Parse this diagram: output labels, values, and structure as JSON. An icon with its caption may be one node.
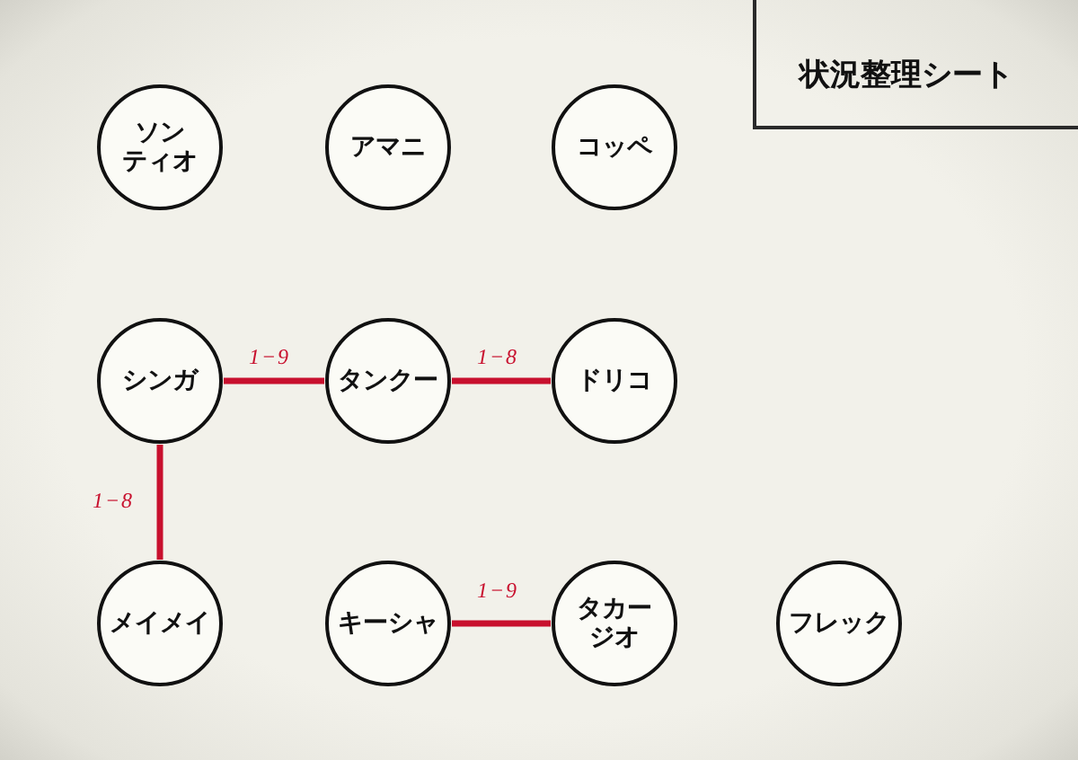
{
  "diagram": {
    "title": "状況整理シート",
    "nodes": [
      {
        "text": [
          "ソンティオ"
        ]
      },
      {
        "text": [
          "アマニ"
        ]
      },
      {
        "text": [
          "コッペ"
        ]
      },
      {
        "text": [
          "シンガ"
        ]
      },
      {
        "text": [
          "タンクー"
        ]
      },
      {
        "text": [
          "ドリコ"
        ]
      },
      {
        "text": [
          "メイメイ"
        ]
      },
      {
        "text": [
          "キーシャ"
        ]
      },
      {
        "text": [
          "タカージオ"
        ]
      },
      {
        "text": [
          "フレック"
        ]
      }
    ],
    "edges": [
      {
        "from": 3,
        "to": 4,
        "arrow": "none",
        "label": "1−9"
      },
      {
        "from": 4,
        "to": 5,
        "arrow": "none",
        "label": "1−8"
      },
      {
        "from": 3,
        "to": 6,
        "arrow": "none",
        "label": "1−8"
      },
      {
        "from": 7,
        "to": 8,
        "arrow": "none",
        "label": "1−9"
      }
    ]
  }
}
